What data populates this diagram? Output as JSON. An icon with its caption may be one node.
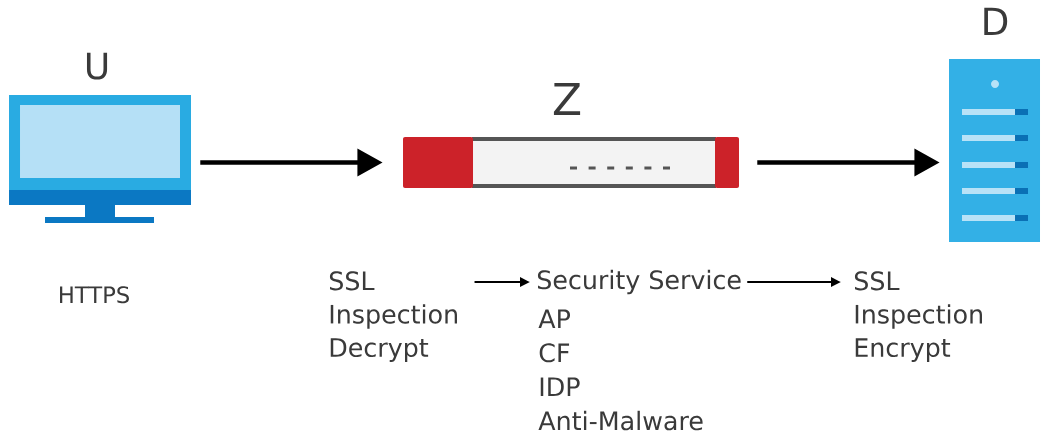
{
  "diagram": {
    "nodes": [
      {
        "text": [
          "U"
        ]
      },
      {
        "text": [
          "Z"
        ]
      },
      {
        "text": [
          "D"
        ]
      },
      {
        "text": [
          "SSL Inspection Decrypt"
        ]
      },
      {
        "text": [
          "Security Service",
          "AP",
          "CF",
          "IDP",
          "Anti-Malware"
        ]
      },
      {
        "text": [
          "SSL Inspection Encrypt"
        ]
      }
    ],
    "edges": [
      {
        "from": 0,
        "to": 1,
        "arrow": "to",
        "style": "thick"
      },
      {
        "from": 1,
        "to": 2,
        "arrow": "to",
        "style": "thick"
      },
      {
        "from": 3,
        "to": 4,
        "arrow": "to"
      },
      {
        "from": 4,
        "to": 5,
        "arrow": "to"
      }
    ],
    "labels": [
      "HTTPS"
    ]
  }
}
